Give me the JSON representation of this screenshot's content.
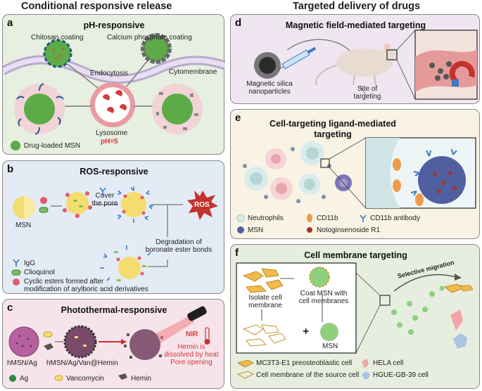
{
  "headers": {
    "left": "Conditional responsive release",
    "right": "Targeted delivery of drugs"
  },
  "panel_a": {
    "label": "a",
    "title": "pH-responsive",
    "chitosan": "Chitosan coating",
    "calcium": "Calcium phosphate coating",
    "endocytosis": "Endocytosis",
    "cytomembrane": "Cytomembrane",
    "lysosome": "Lysosome",
    "ph": "pH=5",
    "legend": "Drug-loaded MSN"
  },
  "panel_b": {
    "label": "b",
    "title": "ROS-responsive",
    "msn": "MSN",
    "cover1": "Cover",
    "cover2": "the pore",
    "ros": "ROS",
    "degr1": "Degradation of",
    "degr2": "boronate ester bonds",
    "leg_igg": "IgG",
    "leg_clio": "Clioquinol",
    "leg_ester1": "Cyclic esters formed after",
    "leg_ester2": "modification of arylboric acid derivatives"
  },
  "panel_c": {
    "label": "c",
    "title": "Photothermal-responsive",
    "nir": "NIR",
    "hmsn_ag": "hMSN/Ag",
    "hmsn_van": "hMSN/Ag/Van@Hemin",
    "hemin1": "Hemin is",
    "hemin2": "dissolved by heat",
    "hemin3": "Pore opening",
    "leg_ag": "Ag",
    "leg_van": "Vancomycin",
    "leg_hemin": "Hemin"
  },
  "panel_d": {
    "label": "d",
    "title": "Magnetic field-mediated targeting",
    "msn1": "Magnetic silica",
    "msn2": "nanoparticles",
    "site1": "Site of",
    "site2": "targeting"
  },
  "panel_e": {
    "label": "e",
    "title1": "Cell-targeting ligand-mediated",
    "title2": "targeting",
    "leg_neutro": "Neutrophils",
    "leg_cd11b": "CD11b",
    "leg_antibody": "CD11b antibody",
    "leg_msn": "MSN",
    "leg_noto": "Notoginsenoside R1"
  },
  "panel_f": {
    "label": "f",
    "title": "Cell membrane targeting",
    "isolate1": "Isolate cell",
    "isolate2": "membrane",
    "coat1": "Coat MSN with",
    "coat2": "cell membranes",
    "msn": "MSN",
    "selective": "Selective migration",
    "leg_mc3t3": "MC3T3-E1 preosteoblastic cell",
    "leg_source": "Cell membrane of the source cell",
    "leg_hela": "HELA cell",
    "leg_hgue": "HGUE-GB-39 cell"
  },
  "colors": {
    "panel_a_bg": "#e6efe0",
    "panel_b_bg": "#e3ebf5",
    "panel_c_bg": "#f6e4ea",
    "panel_d_bg": "#efe6f1",
    "panel_e_bg": "#f8f3e4",
    "panel_f_bg": "#e7eedf",
    "msn_green": "#5cab47",
    "msn_yellow": "#f4dc6e",
    "accent_red": "#d7353a",
    "antibody_blue": "#3b79c2"
  }
}
